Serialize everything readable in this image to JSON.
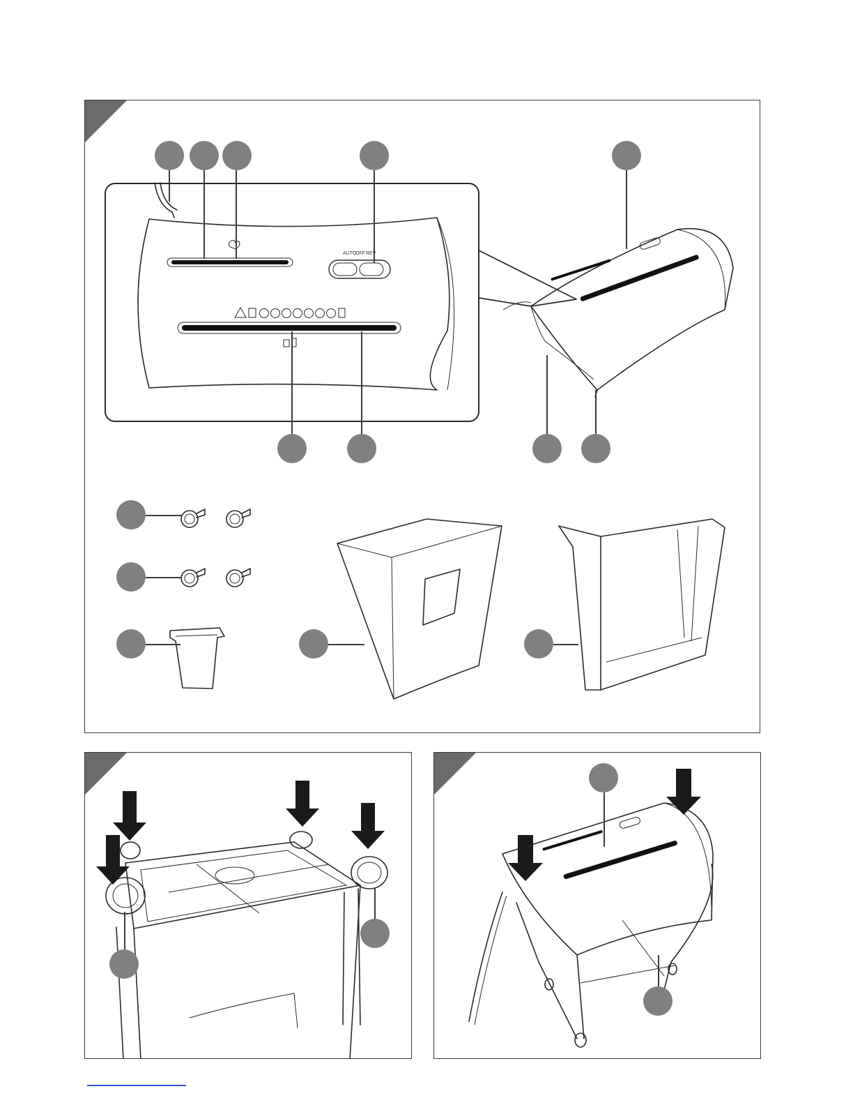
{
  "figures": [
    {
      "id": "figure-1",
      "name": "components-overview"
    },
    {
      "id": "figure-2",
      "name": "caster-installation"
    },
    {
      "id": "figure-3",
      "name": "shredder-mounting"
    }
  ],
  "switch_labels": {
    "auto": "AUTO",
    "off": "OFF",
    "rev": "REV"
  },
  "colors": {
    "callout": "#808080",
    "corner_tab": "#6b6b6b",
    "outline": "#2a2a2a",
    "slot": "#111111",
    "footer_rule": "#3355cc"
  },
  "icons": [
    "warning-icon",
    "manual-icon",
    "no-children-icon",
    "no-pets-icon",
    "no-hair-icon",
    "no-tie-icon",
    "no-jewelry-icon",
    "no-aerosol-icon",
    "no-liquid-icon",
    "sheet-capacity-icon",
    "credit-card-icon",
    "paper-icon",
    "hand-icon",
    "arrow-down-icon"
  ]
}
